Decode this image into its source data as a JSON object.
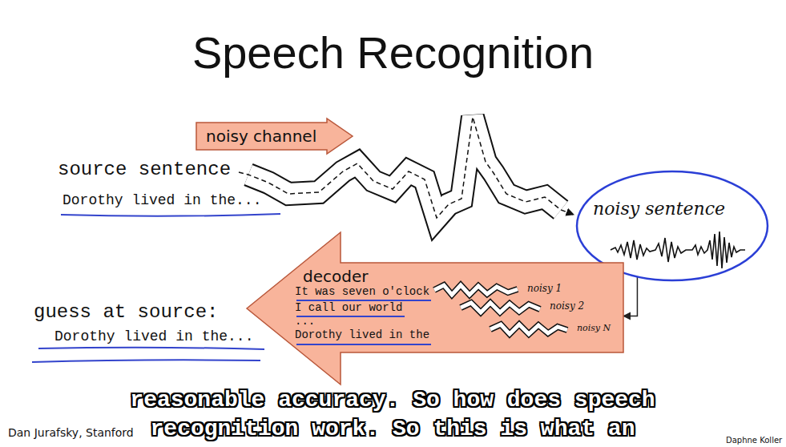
{
  "diagram": {
    "title": "Speech Recognition",
    "caption": "reasonable accuracy. So how does speech recognition work. So this is what an",
    "nodes": [
      {
        "text": [
          "noisy channel"
        ]
      },
      {
        "text": [
          "noisy sentence"
        ]
      },
      {
        "text": [
          "decoder",
          "It was seven o'clock",
          "I call our world",
          "...",
          "Dorothy lived in the",
          "noisy 1",
          "noisy 2",
          "noisy N"
        ]
      }
    ],
    "edges": [
      {
        "from": 1,
        "to": 2,
        "arrow": "to"
      }
    ],
    "labels": [
      "source sentence",
      "Dorothy lived in the...",
      "guess at source:",
      "Dorothy lived in the...",
      "Dan Jurafsky, Stanford",
      "Daphne Koller"
    ]
  }
}
